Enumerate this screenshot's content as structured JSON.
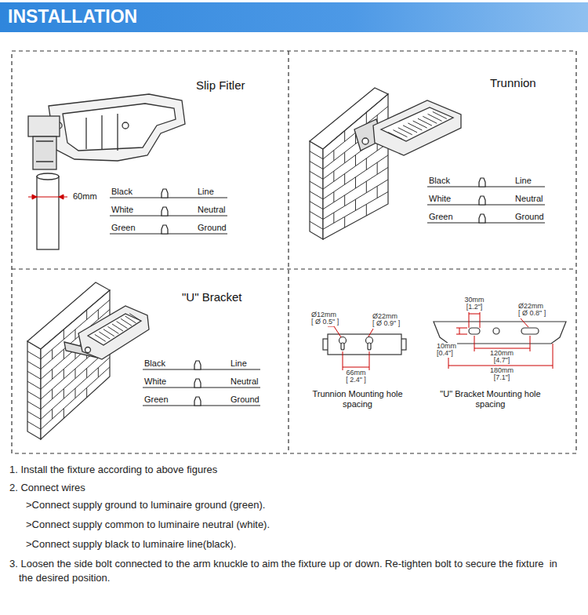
{
  "diagram": {
    "title": "INSTALLATION",
    "nodes": [
      {
        "text": [
          "Slip Fitler"
        ]
      },
      {
        "text": [
          "Trunnion"
        ]
      },
      {
        "text": [
          "\"U\" Bracket"
        ]
      },
      {
        "text": [
          "Trunnion Mounting hole spacing",
          "\"U\" Bracket Mounting hole spacing"
        ]
      }
    ],
    "labels": [
      "60mm",
      "Black",
      "Line",
      "White",
      "Neutral",
      "Green",
      "Ground",
      "Black",
      "Line",
      "White",
      "Neutral",
      "Green",
      "Ground",
      "Black",
      "Line",
      "White",
      "Neutral",
      "Green",
      "Ground",
      "Ø12mm",
      "[ Ø 0.5\" ]",
      "Ø22mm",
      "[ Ø 0.9\" ]",
      "66mm",
      "[ 2.4\" ]",
      "30mm",
      "[1.2\"]",
      "Ø22mm",
      "[ Ø 0.8\" ]",
      "10mm",
      "[0.4\"]",
      "120mm",
      "[4.7\"]",
      "180mm",
      "[7.1\"]",
      "1. Install the fixture according to above figures",
      "2. Connect wires",
      ">Connect supply ground to luminaire ground (green).",
      ">Connect supply common to luminaire neutral (white).",
      ">Connect supply black to luminaire line(black).",
      "3. Loosen the side bolt connected to the arm knuckle to aim the fixture up or down. Re-tighten bolt to secure the fixture  in the desired position."
    ]
  }
}
